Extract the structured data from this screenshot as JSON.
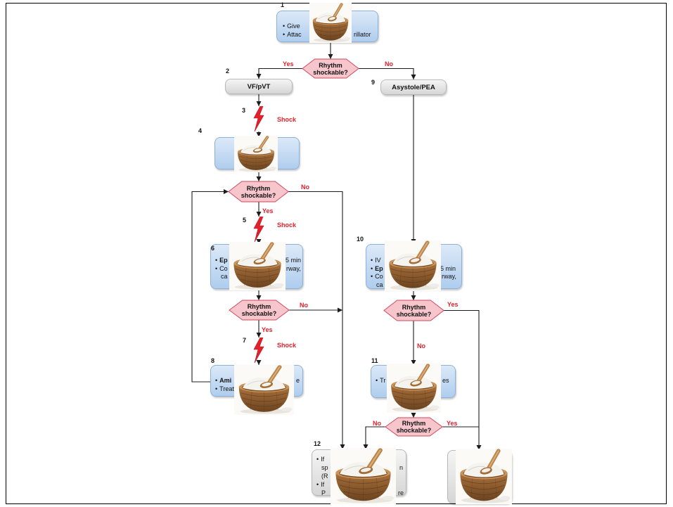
{
  "colors": {
    "text_red": "#e3202b",
    "bolt_red": "#e3202b",
    "decision_fill": "#f7c6cd",
    "decision_stroke": "#d2485c",
    "action_box_top": "#dce9f8",
    "action_box_bottom": "#afcdee",
    "action_box_border": "#8db1dc",
    "rhythm_box_top": "#f5f5f5",
    "rhythm_box_bottom": "#d6d6d6",
    "rhythm_box_border": "#b8b8b8",
    "connector": "#1c1c1c",
    "frame": "#000000"
  },
  "icons": {
    "shock_bolt": "lightning-bolt-icon",
    "occluder": "salt-bowl-image"
  },
  "bullet": "•",
  "step1": {
    "number": "1",
    "lines": [
      "Give",
      "Attac"
    ],
    "tail": "rillator"
  },
  "decision_1": {
    "text": [
      "Rhythm",
      "shockable?"
    ],
    "yes": "Yes",
    "no": "No"
  },
  "step2": {
    "number": "2",
    "label": "VF/pVT"
  },
  "step9": {
    "number": "9",
    "label": "Asystole/PEA"
  },
  "step3": {
    "number": "3",
    "label": "Shock"
  },
  "step4": {
    "number": "4"
  },
  "decision_2": {
    "text": [
      "Rhythm",
      "shockable?"
    ],
    "yes": "Yes",
    "no": "No"
  },
  "step5": {
    "number": "5",
    "label": "Shock"
  },
  "step6": {
    "number": "6",
    "lines": [
      "Ep",
      "Co",
      "ca"
    ],
    "tails": [
      "5 min",
      "rway,"
    ]
  },
  "decision_3": {
    "text": [
      "Rhythm",
      "shockable?"
    ],
    "yes": "Yes",
    "no": "No"
  },
  "step7": {
    "number": "7",
    "label": "Shock"
  },
  "step8": {
    "number": "8",
    "lines": [
      "Ami",
      "Treat"
    ],
    "tails": [
      "e"
    ]
  },
  "step10": {
    "number": "10",
    "lines": [
      "IV",
      "Ep",
      "Co",
      "ca"
    ],
    "tails": [
      "5 min",
      "rway,"
    ]
  },
  "decision_4": {
    "text": [
      "Rhythm",
      "shockable?"
    ],
    "yes": "Yes",
    "no": "No"
  },
  "step11": {
    "number": "11",
    "lines": [
      "Tr"
    ],
    "tails": [
      "es"
    ]
  },
  "decision_5": {
    "text": [
      "Rhythm",
      "shockable?"
    ],
    "yes": "Yes",
    "no": "No"
  },
  "step12": {
    "number": "12",
    "lines": [
      "If",
      "sp",
      "(R",
      "If",
      "P"
    ],
    "tails": [
      "n",
      "re"
    ]
  }
}
